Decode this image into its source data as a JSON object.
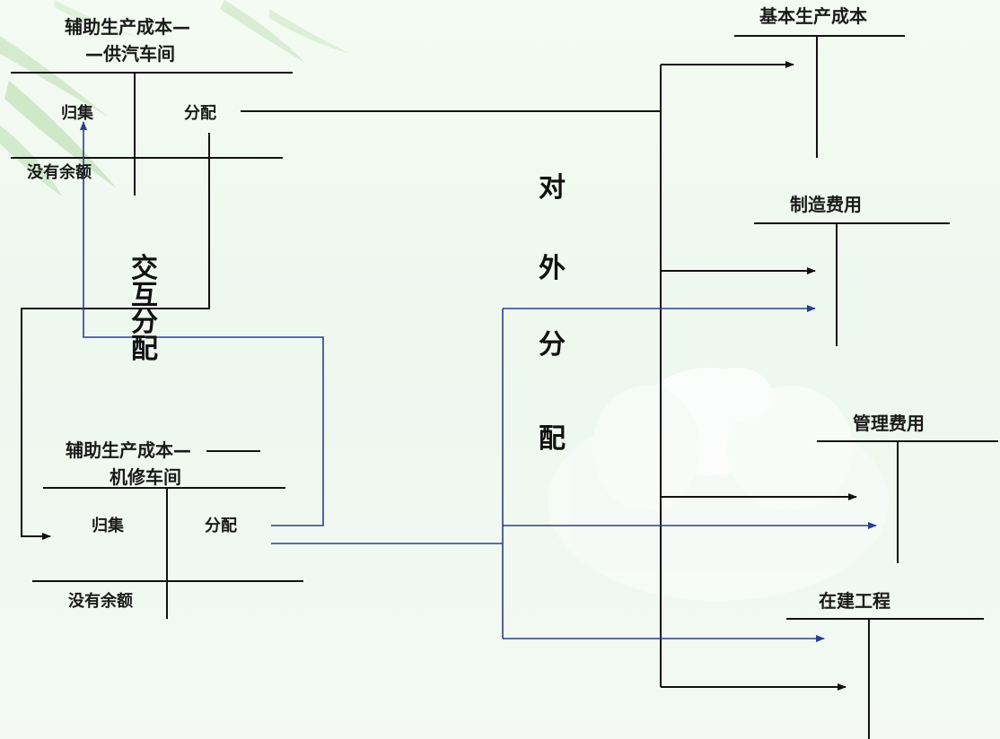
{
  "accounts": {
    "steam": {
      "title_line1": "辅助生产成本—",
      "title_line2": "—供汽车间",
      "collect": "归集",
      "allocate": "分配",
      "balance": "没有余额"
    },
    "repair": {
      "title_line1": "辅助生产成本—",
      "title_line2": "机修车间",
      "collect": "归集",
      "allocate": "分配",
      "balance": "没有余额"
    },
    "basic_production": {
      "title": "基本生产成本"
    },
    "manufacturing_overhead": {
      "title": "制造费用"
    },
    "admin_expense": {
      "title": "管理费用"
    },
    "construction": {
      "title": "在建工程"
    }
  },
  "flows": {
    "mutual": [
      "交",
      "互",
      "分",
      "配"
    ],
    "external": [
      "对",
      "外",
      "分",
      "配"
    ]
  },
  "colors": {
    "black_flow": "#111111",
    "blue_flow": "#2a3f8f",
    "background": "#eef8ef"
  }
}
